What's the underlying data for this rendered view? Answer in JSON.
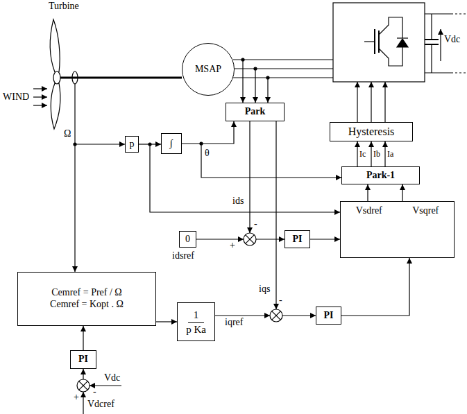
{
  "diagram": {
    "nodes": [
      {
        "text": [
          "MSAP"
        ]
      },
      {
        "text": [
          "Park"
        ]
      },
      {
        "text": [
          "Hysteresis"
        ]
      },
      {
        "text": [
          "p"
        ]
      },
      {
        "text": [
          "∫"
        ]
      },
      {
        "text": [
          "Park-1"
        ]
      },
      {
        "text": [
          "Vsdref",
          "Vsqref"
        ]
      },
      {
        "text": [
          "0"
        ]
      },
      {
        "text": [
          "PI"
        ]
      },
      {
        "text": [
          "Cemref = Pref / Ω",
          "Cemref = Kopt . Ω"
        ]
      },
      {
        "text": [
          "1",
          "p Ka"
        ]
      },
      {
        "text": [
          "PI"
        ]
      },
      {
        "text": [
          "PI"
        ]
      }
    ],
    "edges": [
      {
        "from": 3,
        "to": 4,
        "arrow": "to"
      },
      {
        "from": 4,
        "to": 1,
        "arrow": "to"
      },
      {
        "from": 5,
        "to": 2,
        "label": "Ic",
        "arrow": "to"
      },
      {
        "from": 5,
        "to": 2,
        "label": "Ib",
        "arrow": "to"
      },
      {
        "from": 5,
        "to": 2,
        "label": "Ia",
        "arrow": "to"
      },
      {
        "from": 6,
        "to": 5,
        "arrow": "to"
      },
      {
        "from": 6,
        "to": 5,
        "arrow": "to"
      },
      {
        "from": 8,
        "to": 6,
        "arrow": "to"
      },
      {
        "from": 11,
        "to": 6,
        "arrow": "to"
      },
      {
        "from": 9,
        "to": 10,
        "arrow": "to"
      },
      {
        "from": 12,
        "to": 9,
        "arrow": "to"
      }
    ],
    "labels": [
      "Turbine",
      "WIND",
      "Ω",
      "θ",
      "Vdc",
      "ids",
      "-",
      "+",
      "idsref",
      "iqs",
      "-",
      "iqref",
      "Vdc",
      "-",
      "+",
      "Vdcref"
    ]
  }
}
